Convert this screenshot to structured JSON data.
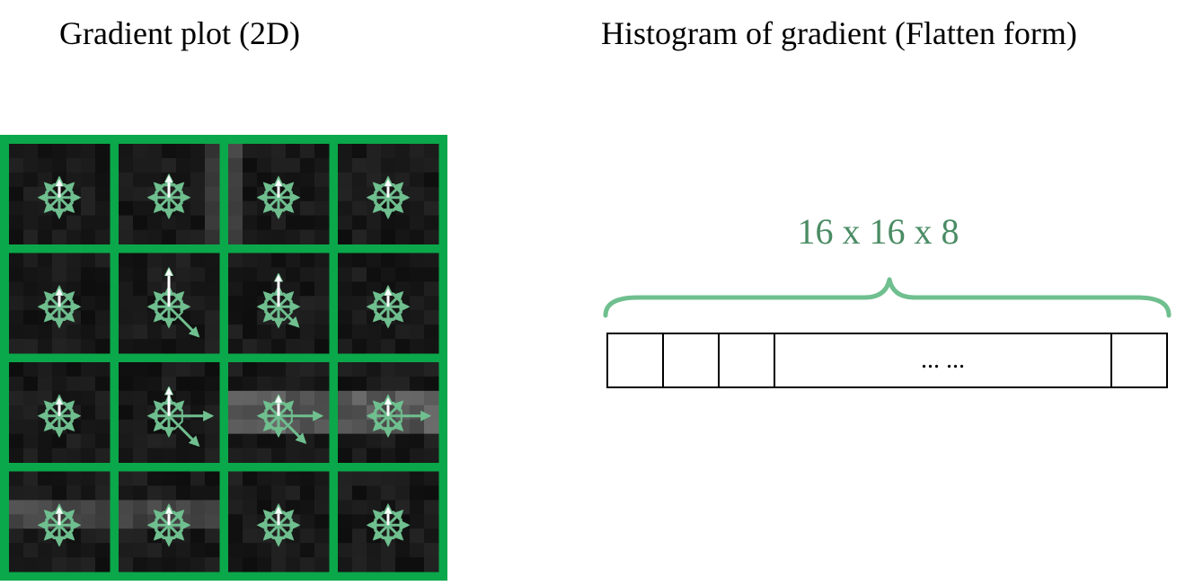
{
  "titles": {
    "left": "Gradient plot (2D)",
    "right": "Histogram of gradient (Flatten form)"
  },
  "histogram": {
    "dims_label": "16 x 16 x 8",
    "ellipsis": "... ...",
    "cells": [
      "",
      "",
      "",
      "... ...",
      ""
    ]
  },
  "colors": {
    "grid_green": "#0aa84a",
    "arrow_green": "#6fbf8f",
    "accent_green": "#4a8c64",
    "cell_dark": "#161616"
  },
  "gradient_grid": {
    "rows": 4,
    "cols": 4,
    "cells": [
      [
        {
          "up": 0.9,
          "down_right": 0,
          "right": 0
        },
        {
          "up": 1.1,
          "down_right": 0,
          "right": 0
        },
        {
          "up": 0.9,
          "down_right": 0,
          "right": 0
        },
        {
          "up": 0.9,
          "down_right": 0,
          "right": 0
        }
      ],
      [
        {
          "up": 0.9,
          "down_right": 0,
          "right": 0
        },
        {
          "up": 1.9,
          "down_right": 1.1,
          "right": 0
        },
        {
          "up": 1.6,
          "down_right": 0.4,
          "right": 0
        },
        {
          "up": 0.9,
          "down_right": 0,
          "right": 0
        }
      ],
      [
        {
          "up": 0.9,
          "down_right": 0,
          "right": 0
        },
        {
          "up": 1.4,
          "down_right": 1.1,
          "right": 1.3
        },
        {
          "up": 1.0,
          "down_right": 0.9,
          "right": 1.3
        },
        {
          "up": 0.9,
          "down_right": 0,
          "right": 1.2
        }
      ],
      [
        {
          "up": 0.9,
          "down_right": 0,
          "right": 0
        },
        {
          "up": 0.9,
          "down_right": 0,
          "right": 0
        },
        {
          "up": 0.9,
          "down_right": 0,
          "right": 0
        },
        {
          "up": 0.9,
          "down_right": 0,
          "right": 0
        }
      ]
    ]
  }
}
